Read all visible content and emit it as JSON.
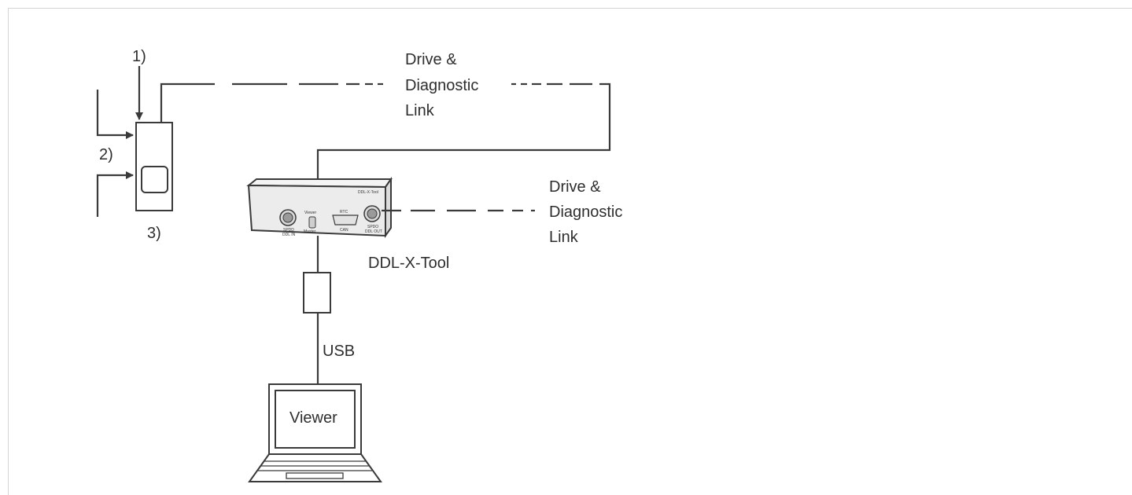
{
  "diagram": {
    "markers": [
      "1)",
      "2)",
      "3)"
    ],
    "link_top": [
      "Drive &",
      "Diagnostic",
      "Link"
    ],
    "link_right": [
      "Drive &",
      "Diagnostic",
      "Link"
    ],
    "tool_label": "DDL-X-Tool",
    "device_text": {
      "brand": "DDL-X-Tool",
      "port_in": [
        "SPDD",
        "DDL IN"
      ],
      "port_out": [
        "SPDO",
        "DDL OUT"
      ],
      "switch_top": "Viewer",
      "switch_bottom": "Master",
      "sub_top": "RTC",
      "sub_bottom": "CAN"
    },
    "usb_label": "USB",
    "viewer_label": "Viewer"
  }
}
